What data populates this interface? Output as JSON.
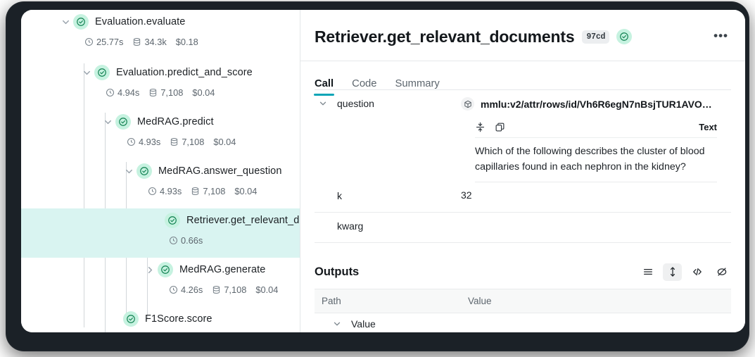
{
  "tree": {
    "nodes": [
      {
        "name": "Evaluation.evaluate",
        "duration": "25.77s",
        "tokens": "34.3k",
        "cost": "$0.18",
        "depth": 0,
        "chevron": "chevron-down",
        "status": "success",
        "selected": false
      },
      {
        "name": "Evaluation.predict_and_score",
        "duration": "4.94s",
        "tokens": "7,108",
        "cost": "$0.04",
        "depth": 1,
        "chevron": "chevron-down",
        "status": "success",
        "selected": false
      },
      {
        "name": "MedRAG.predict",
        "duration": "4.93s",
        "tokens": "7,108",
        "cost": "$0.04",
        "depth": 2,
        "chevron": "chevron-down",
        "status": "success",
        "selected": false
      },
      {
        "name": "MedRAG.answer_question",
        "duration": "4.93s",
        "tokens": "7,108",
        "cost": "$0.04",
        "depth": 3,
        "chevron": "chevron-down",
        "status": "success",
        "selected": false
      },
      {
        "name": "Retriever.get_relevant_d",
        "duration": "0.66s",
        "tokens": "",
        "cost": "",
        "depth": 4,
        "chevron": "none",
        "status": "success",
        "selected": true
      },
      {
        "name": "MedRAG.generate",
        "duration": "4.26s",
        "tokens": "7,108",
        "cost": "$0.04",
        "depth": 4,
        "chevron": "chevron-right",
        "status": "success",
        "selected": false
      },
      {
        "name": "F1Score.score",
        "duration": "",
        "tokens": "",
        "cost": "",
        "depth": 2,
        "chevron": "none",
        "status": "success",
        "selected": false
      }
    ],
    "icons": {
      "clock": "clock-icon",
      "tokens": "database-icon",
      "status": "check-circle-icon"
    }
  },
  "detail": {
    "title": "Retriever.get_relevant_documents",
    "id_badge": "97cd",
    "status_icon": "check-circle-icon",
    "kebab": "•••",
    "tabs": [
      {
        "label": "Call",
        "active": true
      },
      {
        "label": "Code",
        "active": false
      },
      {
        "label": "Summary",
        "active": false
      }
    ],
    "inputs": [
      {
        "key": "question",
        "value_ref": "mmlu:v2/attr/rows/id/Vh6R6egN7nBsjTUR1AVO…",
        "has_chevron": true
      },
      {
        "key": "k",
        "value": "32",
        "has_chevron": false
      },
      {
        "key": "kwarg",
        "value": "",
        "has_chevron": false
      }
    ],
    "text_panel": {
      "format_label": "Text",
      "content": "Which of the following describes the cluster of blood capillaries found in each nephron in the kidney?",
      "tools": [
        "collapse-vertical-icon",
        "copy-icon"
      ]
    },
    "outputs": {
      "title": "Outputs",
      "tools": [
        {
          "name": "list-view-icon",
          "active": false
        },
        {
          "name": "expand-vertical-icon",
          "active": true
        },
        {
          "name": "code-view-icon",
          "active": false
        },
        {
          "name": "hide-icon",
          "active": false
        }
      ],
      "columns": [
        "Path",
        "Value"
      ],
      "rows": [
        {
          "path": "Value",
          "value": "",
          "has_chevron": true
        }
      ]
    }
  },
  "colors": {
    "accent_teal": "#0ba5b7",
    "selected_row": "#d9f4f1",
    "status_green_bg": "#c6f2e0",
    "status_green_fg": "#108050",
    "frame_dark": "#1b2127"
  }
}
